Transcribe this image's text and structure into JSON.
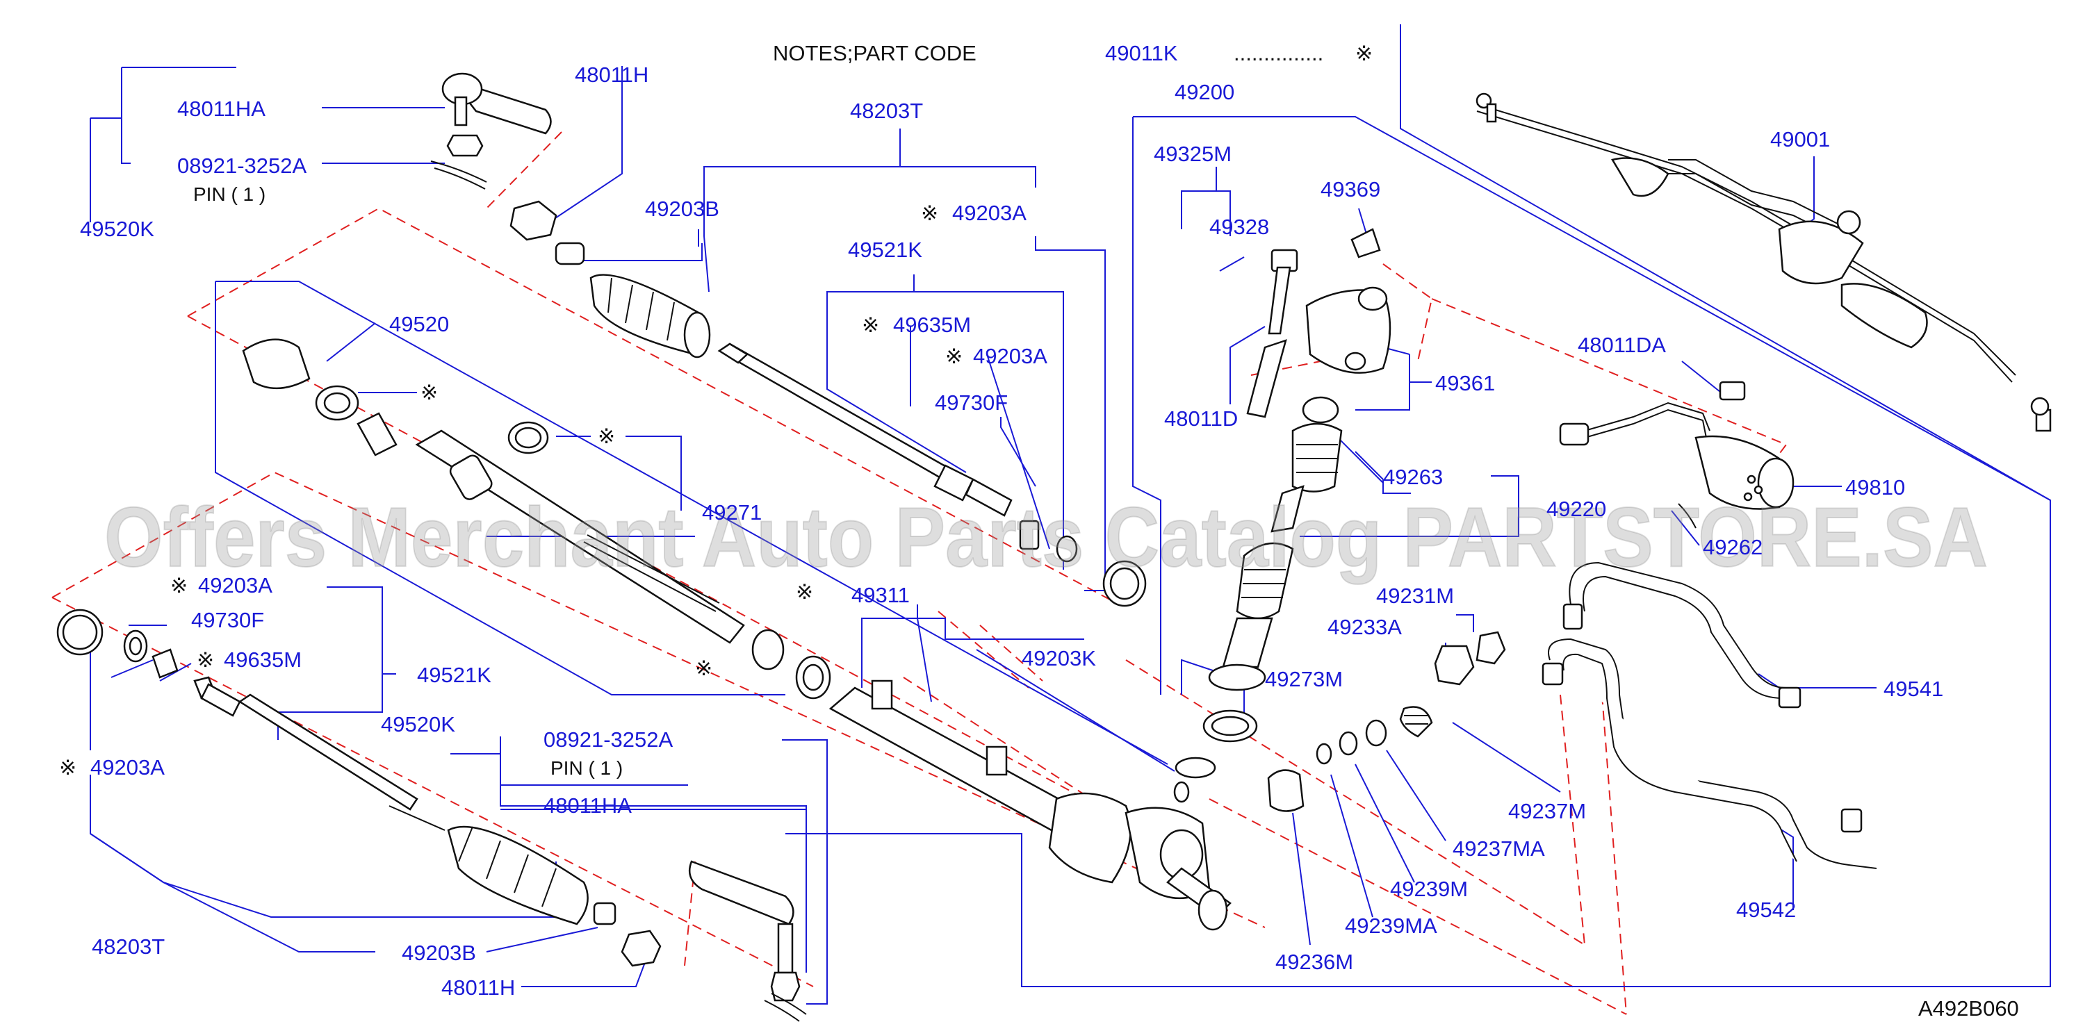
{
  "diagram": {
    "notes_heading": "NOTES;PART   CODE",
    "notes_code": "49011K",
    "notes_dots": "...............",
    "diagram_id": "A492B060",
    "watermark": "Offers Merchant Auto Parts Catalog PARTSTORE.SA",
    "mark_symbol": "※",
    "pin_text": "PIN  ( 1 )",
    "labels": {
      "p48011H_top": "48011H",
      "p48011HA_top": "48011HA",
      "p08921_top": "08921-3252A",
      "p49520K_top": "49520K",
      "p49203B_top": "49203B",
      "p48203T_top": "48203T",
      "p49203A_top": "49203A",
      "p49521K_top": "49521K",
      "p49635M_top": "49635M",
      "p49203A_mid": "49203A",
      "p49730F_top": "49730F",
      "p49520": "49520",
      "p49271": "49271",
      "p49311": "49311",
      "p49203K": "49203K",
      "p49200": "49200",
      "p49325M": "49325M",
      "p49328": "49328",
      "p49369": "49369",
      "p48011D": "48011D",
      "p49361": "49361",
      "p49263": "49263",
      "p49220": "49220",
      "p49231M": "49231M",
      "p49233A": "49233A",
      "p49273M": "49273M",
      "p49001": "49001",
      "p48011DA": "48011DA",
      "p49810": "49810",
      "p49262": "49262",
      "p49541": "49541",
      "p49542": "49542",
      "p49237M": "49237M",
      "p49237MA": "49237MA",
      "p49239M": "49239M",
      "p49239MA": "49239MA",
      "p49236M": "49236M",
      "p49203A_left": "49203A",
      "p49730F_left": "49730F",
      "p49635M_left": "49635M",
      "p49521K_left": "49521K",
      "p49520K_bot": "49520K",
      "p08921_bot": "08921-3252A",
      "p48011HA_bot": "48011HA",
      "p49203A_bot": "49203A",
      "p48203T_bot": "48203T",
      "p49203B_bot": "49203B",
      "p48011H_bot": "48011H"
    }
  }
}
